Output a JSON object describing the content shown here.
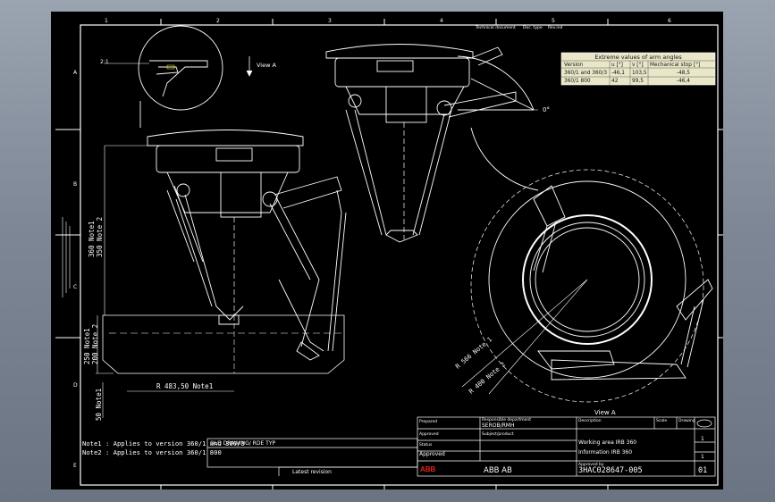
{
  "border": {
    "columns": [
      "1",
      "2",
      "3",
      "4",
      "5",
      "6"
    ],
    "rows": [
      "A",
      "B",
      "C",
      "D",
      "E"
    ]
  },
  "detail_callout": {
    "label": "2:1"
  },
  "view_arrow": {
    "label": "View A"
  },
  "angle_label": "0°",
  "arm_table": {
    "title": "Extreme values of arm angles",
    "headers": [
      "Version",
      "u [°]",
      "v [°]",
      "Mechanical stop [°]"
    ],
    "rows": [
      [
        "360/1 and 360/3",
        "-46,1",
        "103,5",
        "-48,5"
      ],
      [
        "360/1 800",
        "42",
        "99,5",
        "-46,4"
      ]
    ]
  },
  "dimensions": {
    "d1": "360 Note1",
    "d2": "350 Note 2",
    "d3": "250 Note1",
    "d4": "200 Note 2",
    "d5": "R 483,50  Note1",
    "d6": "50 Note1",
    "d7": "R 566  Note 1",
    "d8": "R 400  Note 2"
  },
  "view_a_label": "View A",
  "notes": [
    "Note1 : Applies to version 360/1 and 360/3",
    "Note2 : Applies to version 360/1 800"
  ],
  "title_block": {
    "header_cells": [
      "Technical document",
      "Doc. type",
      "Rev.ind"
    ],
    "prepared": "Prepared",
    "responsible": "Responsible department",
    "resp_value": "SEROB/RMH",
    "approved": "Approved",
    "subject": "Subject/product",
    "status": "Status",
    "status_value": "Approved",
    "description": "Description",
    "scale": "Scale",
    "drawing": "Drawing",
    "working_area": "Working area IRB 360",
    "info": "Information IRB 360",
    "approved_by": "Approved by",
    "company": "ABB AB",
    "brand": "ABB",
    "doc_number": "3HAC028647-005",
    "rev": "01",
    "sheet_label": "Latest revision",
    "sheet_num": "1",
    "num_sheets": "1",
    "copy_label": "OLD DRAWING/ RDE TYP"
  }
}
